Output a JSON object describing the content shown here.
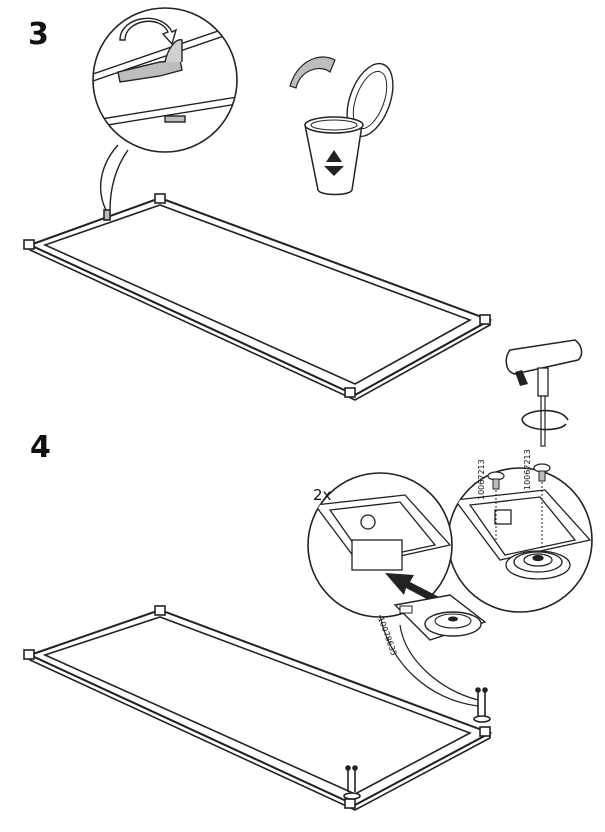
{
  "steps": [
    {
      "number": "3"
    },
    {
      "number": "4",
      "quantity": "2x"
    }
  ],
  "part_numbers": {
    "screw_left": "10067213",
    "screw_right": "10067213",
    "glide": "10078635"
  },
  "icons": [
    "recycle-icon",
    "rotate-arrow-icon",
    "insert-arrow-icon",
    "screwdriver-icon"
  ]
}
